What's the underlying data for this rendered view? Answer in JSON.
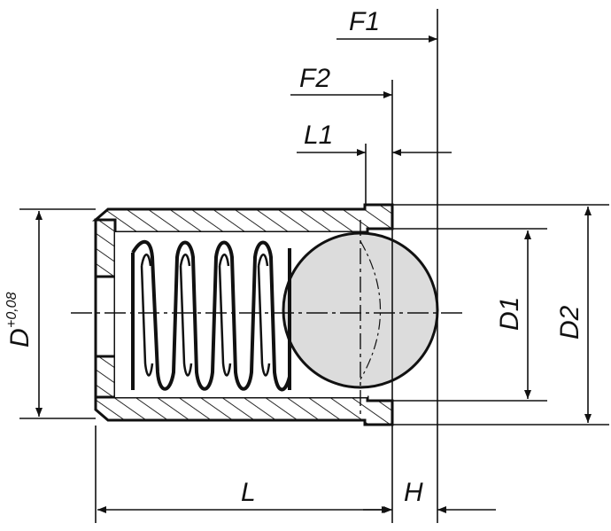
{
  "labels": {
    "f1": "F1",
    "f2": "F2",
    "l1": "L1",
    "d_tol": "D+0,08",
    "d1": "D1",
    "d2": "D2",
    "l": "L",
    "h": "H"
  },
  "colors": {
    "line": "#111111",
    "ball_fill": "#dcdcdc",
    "body_fill": "#ffffff"
  }
}
